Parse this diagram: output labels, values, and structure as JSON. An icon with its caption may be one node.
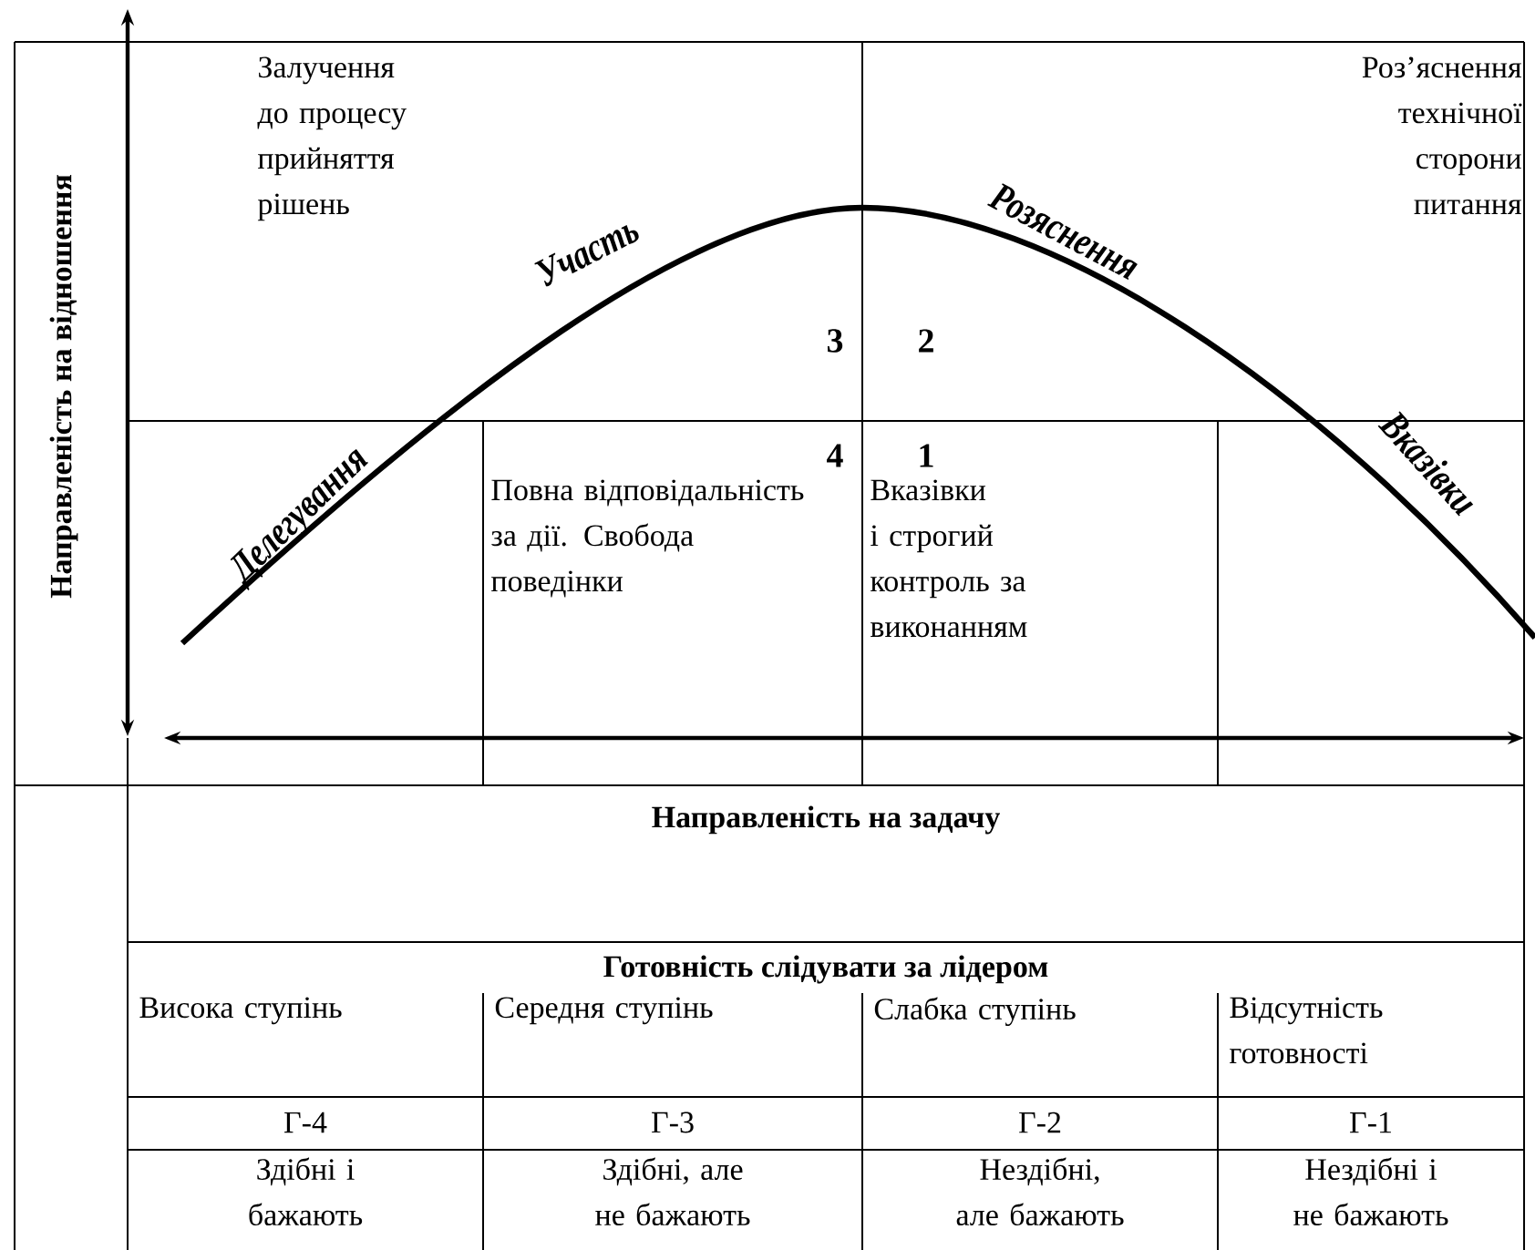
{
  "diagram": {
    "labels": [
      "Залучення до процесу прийняття рішень",
      "Роз’яснення технічної сторони питання",
      "Участь",
      "Розяснення",
      "3",
      "2",
      "Делегування",
      "Вказівки",
      "4",
      "1",
      "Повна відповідальність за дії. Свобода поведінки",
      "Вказівки і строгий контроль за виконанням",
      "Направленість на відношення",
      "Направленість на задачу",
      "Готовність слідувати за лідером",
      "Висока ступінь",
      "Середня ступінь",
      "Слабка ступінь",
      "Відсутність готовності",
      "Г-4",
      "Г-3",
      "Г-2",
      "Г-1",
      "Здібні і бажають",
      "Здібні, але не бажають",
      "Нездібні, але бажають",
      "Нездібні і не бажають"
    ]
  }
}
